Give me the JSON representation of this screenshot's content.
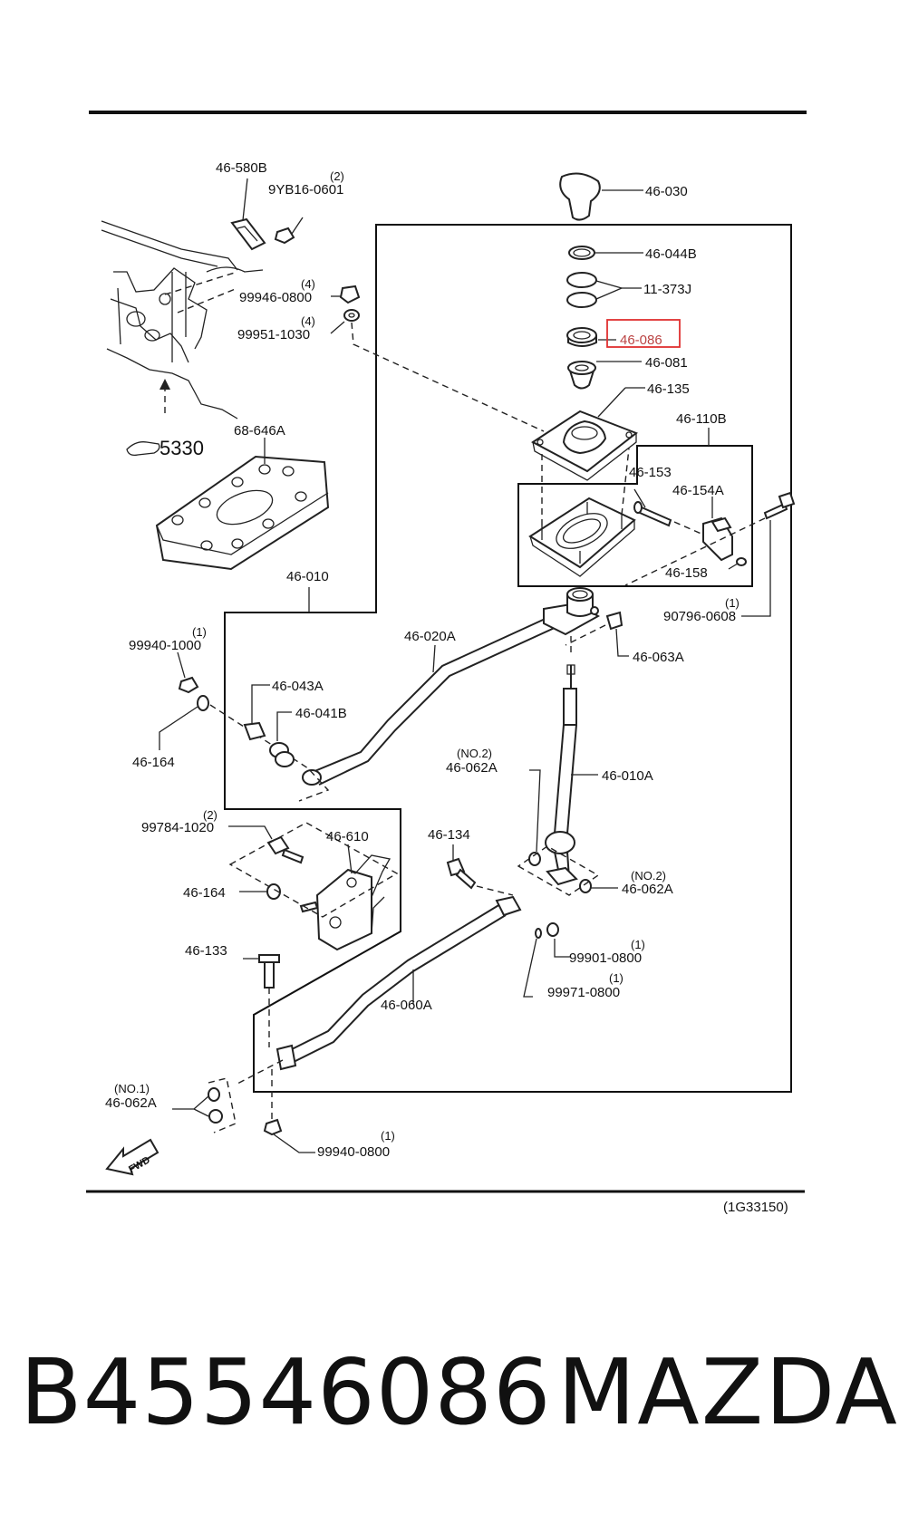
{
  "labels": {
    "l_580b": "46-580B",
    "l_9yb16": "9YB16-0601",
    "l_9yb16_q": "(2)",
    "l_99946": "99946-0800",
    "l_99946_q": "(4)",
    "l_99951": "99951-1030",
    "l_99951_q": "(4)",
    "l_5330": "5330",
    "l_68646a": "68-646A",
    "l_030": "46-030",
    "l_044b": "46-044B",
    "l_11373j": "11-373J",
    "l_086": "46-086",
    "l_081": "46-081",
    "l_135": "46-135",
    "l_110b": "46-110B",
    "l_153": "46-153",
    "l_154a": "46-154A",
    "l_158": "46-158",
    "l_90796": "90796-0608",
    "l_90796_q": "(1)",
    "l_010": "46-010",
    "l_020a": "46-020A",
    "l_063a": "46-063A",
    "l_99940_1000": "99940-1000",
    "l_99940_1000_q": "(1)",
    "l_043a": "46-043A",
    "l_041b": "46-041B",
    "l_164a": "46-164",
    "l_062a_no2a_q": "(NO.2)",
    "l_062a_no2a": "46-062A",
    "l_010a": "46-010A",
    "l_99784": "99784-1020",
    "l_99784_q": "(2)",
    "l_610": "46-610",
    "l_134": "46-134",
    "l_062a_no2b_q": "(NO.2)",
    "l_062a_no2b": "46-062A",
    "l_164b": "46-164",
    "l_133": "46-133",
    "l_99901": "99901-0800",
    "l_99901_q": "(1)",
    "l_99971": "99971-0800",
    "l_99971_q": "(1)",
    "l_060a": "46-060A",
    "l_062a_no1_q": "(NO.1)",
    "l_062a_no1": "46-062A",
    "l_99940_0800": "99940-0800",
    "l_99940_0800_q": "(1)",
    "l_fwd": "FWD",
    "l_code": "(1G33150)"
  },
  "footer": {
    "part_number": "B45546086",
    "brand": "MAZDA"
  },
  "highlight": {
    "part": "46-086",
    "color": "#e03030"
  }
}
